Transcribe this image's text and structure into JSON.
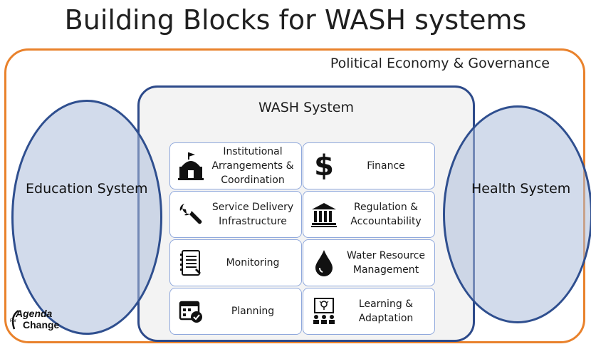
{
  "title": "Building Blocks for WASH systems",
  "outer_label": "Political Economy & Governance",
  "wash_label": "WASH System",
  "left_system": "Education System",
  "right_system": "Health System",
  "blocks": [
    {
      "label": "Institutional\nArrangements &\nCoordination",
      "icon": "building-dome-icon"
    },
    {
      "label": "Finance",
      "icon": "dollar-sign-icon"
    },
    {
      "label": "Service Delivery\nInfrastructure",
      "icon": "wrench-icon"
    },
    {
      "label": "Regulation &\nAccountability",
      "icon": "bank-columns-icon"
    },
    {
      "label": "Monitoring",
      "icon": "clipboard-list-icon"
    },
    {
      "label": "Water Resource\nManagement",
      "icon": "water-drop-icon"
    },
    {
      "label": "Planning",
      "icon": "calendar-check-icon"
    },
    {
      "label": "Learning &\nAdaptation",
      "icon": "presentation-group-icon"
    }
  ],
  "logo": {
    "line1": "Agenda",
    "small": "For",
    "line2": "Change"
  },
  "colors": {
    "outer_border": "#e9822c",
    "wash_border": "#2d4a8a",
    "ellipse_fill": "#adbeda",
    "block_border": "#8fa8dc"
  }
}
